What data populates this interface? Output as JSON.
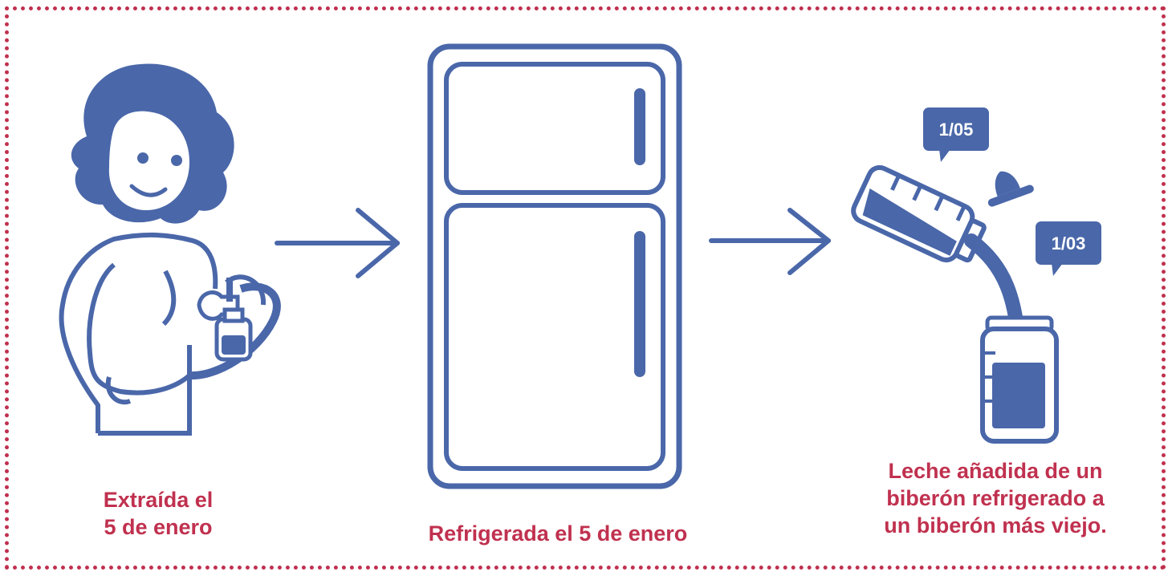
{
  "captions": {
    "expressed": "Extraída el\n5 de enero",
    "refrigerated": "Refrigerada el 5 de enero",
    "combined": "Leche añadida de un\nbiberón refrigerado a\nun biberón más viejo."
  },
  "date_tags": {
    "newer": "1/05",
    "older": "1/03"
  },
  "colors": {
    "illustration": "#4a67a9",
    "caption": "#c0314f",
    "border": "#c0314f"
  }
}
